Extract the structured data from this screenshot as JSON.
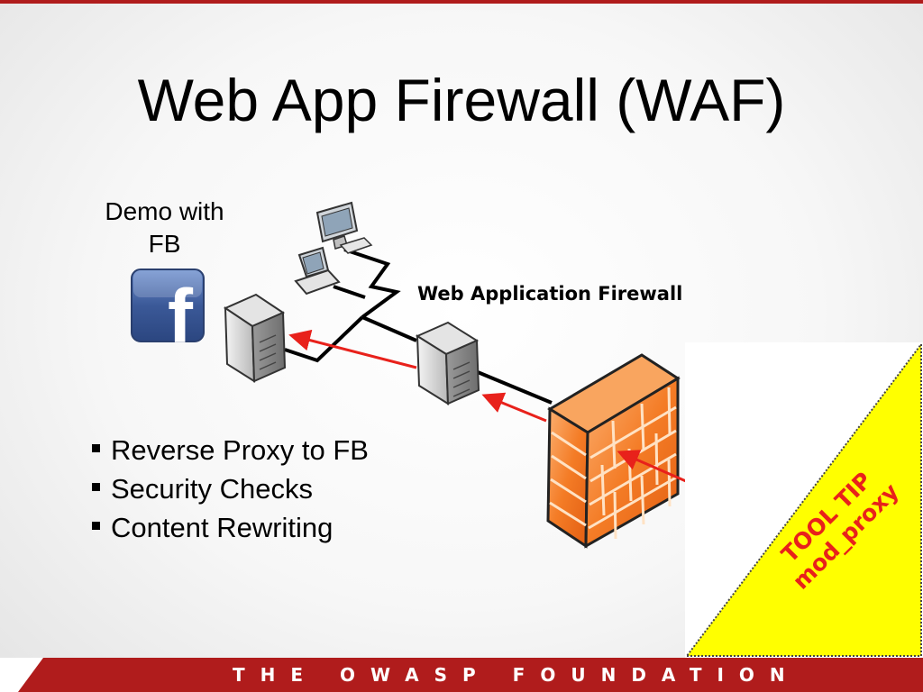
{
  "slide": {
    "title": "Web App Firewall (WAF)",
    "demo_line1": "Demo with",
    "demo_line2": "FB",
    "logo_letter": "f",
    "waf_label": "Web Application Firewall",
    "bullets": [
      "Reverse Proxy to FB",
      "Security Checks",
      "Content Rewriting"
    ],
    "tooltip_line1": "TOOL TIP",
    "tooltip_line2": "mod_proxy",
    "footer": "THE OWASP FOUNDATION"
  },
  "colors": {
    "accent_red": "#b01c1c",
    "arrow_red": "#e8211b",
    "tooltip_yellow": "#ffff00",
    "firewall_orange": "#f07a20",
    "facebook_blue": "#3b5998"
  },
  "icons": [
    "desktop-computer-icon",
    "laptop-icon",
    "server-icon",
    "firewall-icon",
    "facebook-logo"
  ]
}
